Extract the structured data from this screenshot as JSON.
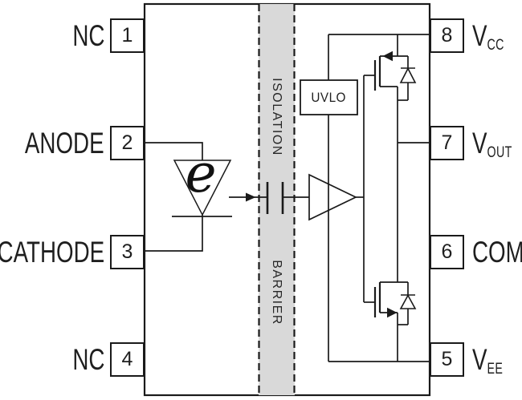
{
  "diagram_type": "ic-functional-block-diagram",
  "colors": {
    "line": "#1a1a1a",
    "barrier_fill": "#d9d9d9",
    "background": "#ffffff"
  },
  "pins": {
    "left": [
      {
        "number": "1",
        "label": "NC"
      },
      {
        "number": "2",
        "label": "ANODE"
      },
      {
        "number": "3",
        "label": "CATHODE"
      },
      {
        "number": "4",
        "label": "NC"
      }
    ],
    "right": [
      {
        "number": "8",
        "main": "V",
        "sub": "CC"
      },
      {
        "number": "7",
        "main": "V",
        "sub": "OUT"
      },
      {
        "number": "6",
        "main": "COM",
        "sub": ""
      },
      {
        "number": "5",
        "main": "V",
        "sub": "EE"
      }
    ]
  },
  "blocks": {
    "uvlo_label": "UVLO"
  },
  "barrier": {
    "word_top": "ISOLATION",
    "word_bottom": "BARRIER"
  },
  "emitter": {
    "glyph": "e"
  }
}
